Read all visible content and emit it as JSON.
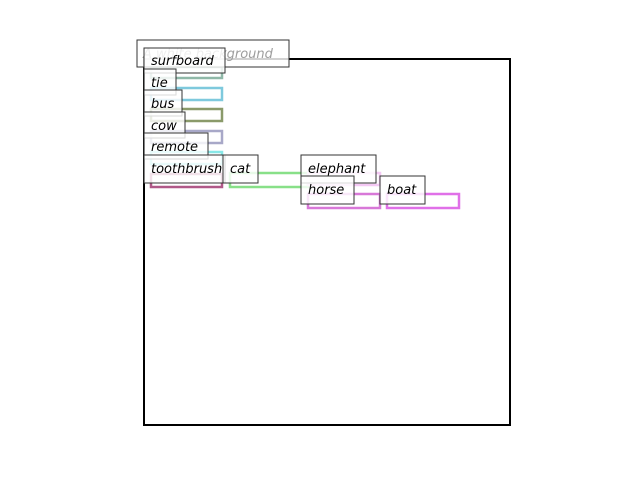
{
  "title": "A white background",
  "objects": [
    {
      "label": "surfboard",
      "color": "#8fb8a8"
    },
    {
      "label": "tie",
      "color": "#7ec9dd"
    },
    {
      "label": "bus",
      "color": "#8a9a6a"
    },
    {
      "label": "cow",
      "color": "#a8a8c8"
    },
    {
      "label": "remote",
      "color": "#88e8e8"
    },
    {
      "label": "toothbrush",
      "color": "#b05888"
    },
    {
      "label": "cat",
      "color": "#88e088"
    },
    {
      "label": "elephant",
      "color": "#f4c8f4"
    },
    {
      "label": "horse",
      "color": "#d878d8"
    },
    {
      "label": "boat",
      "color": "#e070e8"
    }
  ]
}
